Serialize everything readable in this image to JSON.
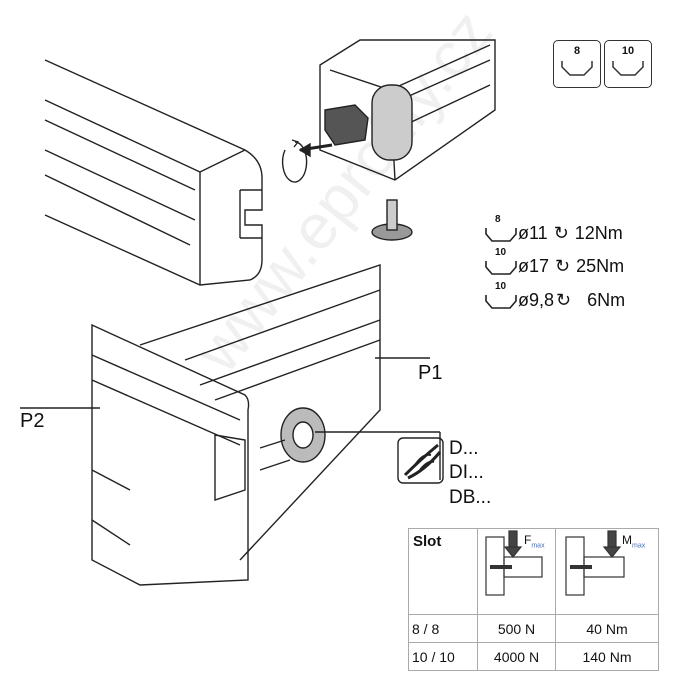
{
  "watermark": "www.eprofily.cz",
  "slot_icons": [
    "8",
    "10"
  ],
  "specs": [
    {
      "slot": "8",
      "diameter": "ø11",
      "torque": "12Nm"
    },
    {
      "slot": "10",
      "diameter": "ø17",
      "torque": "25Nm"
    },
    {
      "slot": "10",
      "diameter": "ø9,8",
      "torque": "6Nm"
    }
  ],
  "labels": {
    "p1": "P1",
    "p2": "P2"
  },
  "drills": [
    "D...",
    "DI...",
    "DB..."
  ],
  "table": {
    "header": "Slot",
    "f_label": "F",
    "f_sub": "max",
    "m_label": "M",
    "m_sub": "max",
    "rows": [
      {
        "slot": "8 / 8",
        "force": "500 N",
        "moment": "40 Nm"
      },
      {
        "slot": "10 / 10",
        "force": "4000 N",
        "moment": "140 Nm"
      }
    ]
  }
}
